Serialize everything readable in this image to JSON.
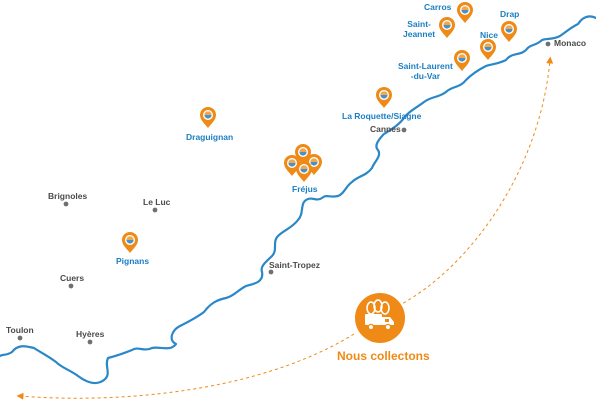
{
  "map": {
    "cities": {
      "monaco": "Monaco",
      "cannes": "Cannes",
      "brignoles": "Brignoles",
      "le_luc": "Le Luc",
      "saint_tropez": "Saint-Tropez",
      "cuers": "Cuers",
      "toulon": "Toulon",
      "hyeres": "Hyères"
    },
    "sites": {
      "carros": "Carros",
      "saint_jeannet": "Saint-\nJeannet",
      "drap": "Drap",
      "nice": "Nice",
      "saint_laurent": "Saint-Laurent\n-du-Var",
      "roquette": "La Roquette/Siagne",
      "draguignan": "Draguignan",
      "frejus": "Fréjus",
      "pignans": "Pignans"
    },
    "collect_label": "Nous collectons",
    "colors": {
      "coast": "#2a87c8",
      "accent": "#ef8a17",
      "site_text": "#1a7fc2",
      "city_text": "#4a4a4a",
      "city_dot": "#707070"
    },
    "icons": {
      "marker": "location-pin-icon",
      "collect": "truck-icon"
    }
  }
}
